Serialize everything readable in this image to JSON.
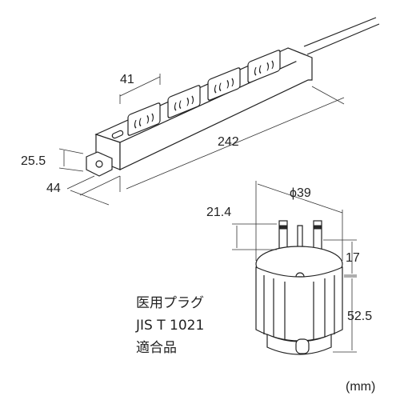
{
  "dimensions": {
    "outlet_pitch": "41",
    "length": "242",
    "height": "25.5",
    "width": "44",
    "plug_diameter": "ϕ39",
    "prong_length": "21.4",
    "cap_height": "17",
    "body_height": "52.5"
  },
  "caption": {
    "line1": "医用プラグ",
    "line2": "JIS T 1021",
    "line3": "適合品"
  },
  "unit_label": "(mm)"
}
